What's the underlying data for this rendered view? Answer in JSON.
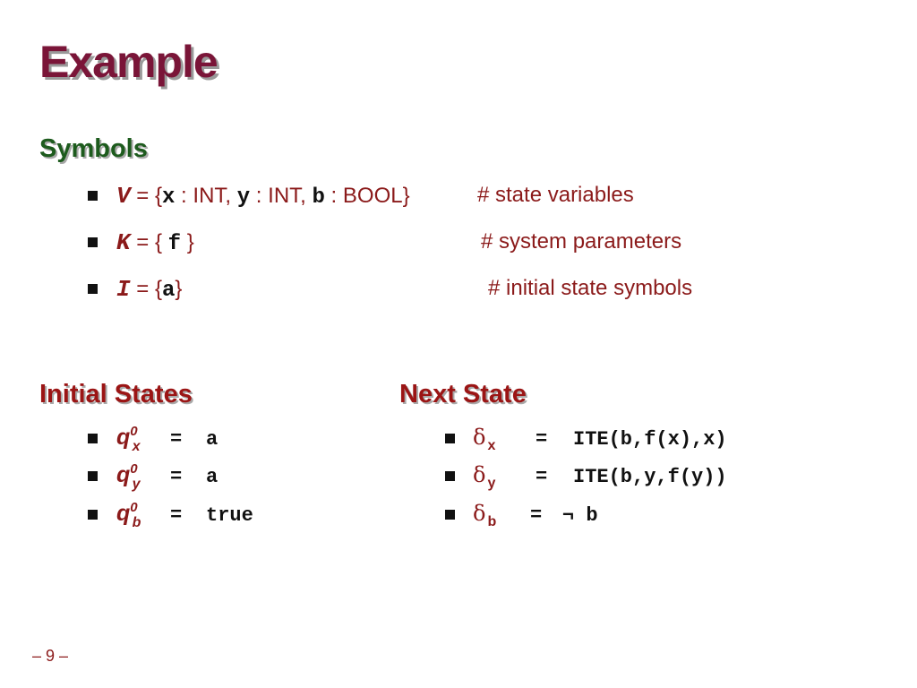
{
  "title": "Example",
  "symbols": {
    "heading": "Symbols",
    "rows": [
      {
        "var": "V",
        "eq_open": " = {",
        "x": "x",
        "t1": " : INT, ",
        "y": "y",
        "t2": " : INT, ",
        "b": "b",
        "t3": " : BOOL}",
        "comment": "# state variables"
      },
      {
        "var": "K",
        "eq_open": " = { ",
        "f": "f",
        "close": " }",
        "comment": "# system parameters"
      },
      {
        "var": "I",
        "eq_open": " = {",
        "a": "a",
        "close": "}",
        "comment": "# initial state symbols"
      }
    ]
  },
  "initial_states": {
    "heading": "Initial States",
    "rows": [
      {
        "q": "q",
        "sup": "0",
        "sub": "x",
        "eq": "=",
        "val": "a"
      },
      {
        "q": "q",
        "sup": "0",
        "sub": "y",
        "eq": "=",
        "val": "a"
      },
      {
        "q": "q",
        "sup": "0",
        "sub": "b",
        "eq": "=",
        "val": "true"
      }
    ]
  },
  "next_state": {
    "heading": "Next State",
    "rows": [
      {
        "delta": "δ",
        "sub": "x",
        "eq": "=",
        "val": "ITE(b,f(x),x)"
      },
      {
        "delta": "δ",
        "sub": "y",
        "eq": "=",
        "val": "ITE(b,y,f(y))"
      },
      {
        "delta": "δ",
        "sub": "b",
        "eq": "=",
        "val": "¬ b"
      }
    ]
  },
  "page_number": "– 9 –",
  "colors": {
    "title": "#7a1538",
    "symbols_heading": "#1d5b1d",
    "section_heading": "#9b1515",
    "text": "#8b1a1a",
    "code": "#111111"
  }
}
